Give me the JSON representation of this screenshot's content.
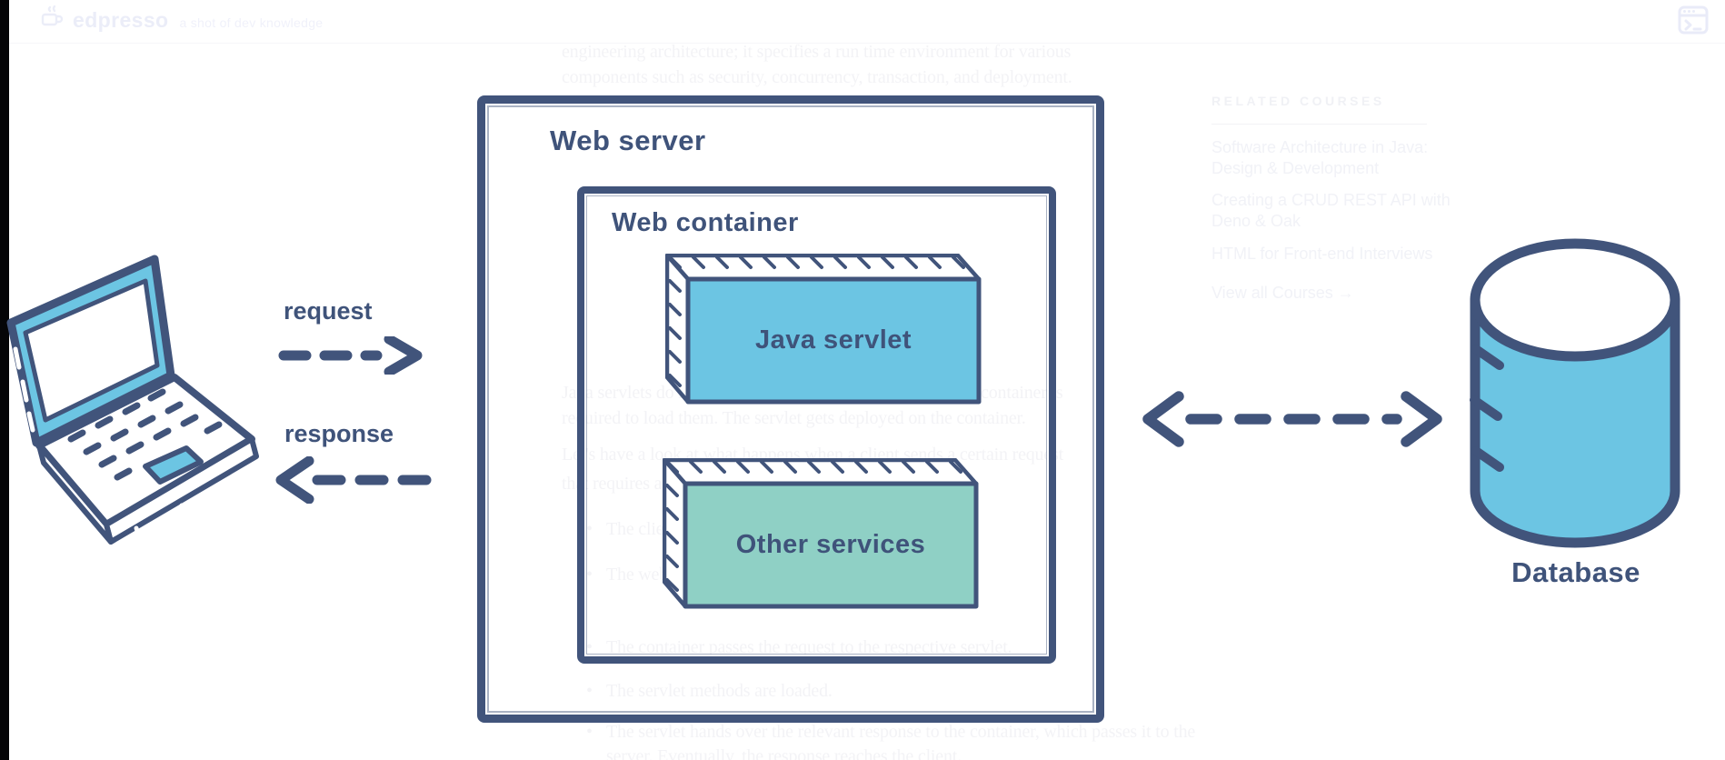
{
  "header": {
    "logo": "edpresso",
    "tagline": "a shot of dev knowledge"
  },
  "diagram": {
    "request_label": "request",
    "response_label": "response",
    "web_server_label": "Web server",
    "web_container_label": "Web container",
    "java_servlet_label": "Java servlet",
    "other_services_label": "Other services",
    "database_label": "Database",
    "colors": {
      "outline_navy": "#41547b",
      "sky_blue": "#6cc5e3",
      "teal": "#8fd0c5"
    }
  },
  "article_faint": {
    "lines": [
      "engineering architecture; it specifies a run time environment for various",
      "components such as security, concurrency, transaction, and deployment.",
      "Java servlets do not have a main() method, which is why a container is",
      "required to load them. The servlet gets deployed on the container.",
      "Let's have a look at what happens when a client sends a certain request",
      "that requires a servlet:"
    ],
    "bullets": [
      "The client sends a request to the web server.",
      "The web server passes the request to the container.",
      "The container passes the request to the respective servlet.",
      "The servlet methods are loaded.",
      "The servlet hands over the relevant response to the container, which passes it to the server. Eventually, the response reaches the client."
    ],
    "bullet_char": "•"
  },
  "sidebar_faint": {
    "heading": "RELATED COURSES",
    "courses": [
      {
        "line1": "Software Architecture in Java:",
        "line2": "Design & Development"
      },
      {
        "line1": "Creating a CRUD REST API with",
        "line2": "Deno & Oak"
      },
      {
        "line1": "HTML for Front-end Interviews",
        "line2": ""
      }
    ],
    "view_all": "View all Courses →"
  }
}
